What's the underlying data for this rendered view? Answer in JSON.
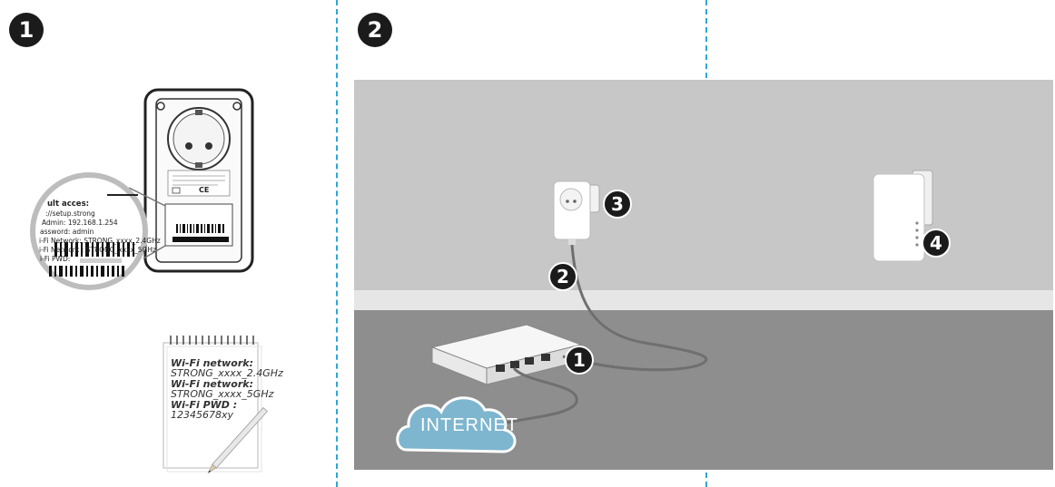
{
  "steps": [
    {
      "number": "1"
    },
    {
      "number": "2"
    }
  ],
  "label_card": {
    "lines": [
      "ult acces:",
      "://setup.strong",
      "Admin: 192.168.1.254",
      "assword: admin",
      "i-Fi Network: STRONG_xxxx_2.4GHz",
      "i-Fi Network : STRONG_xxxx_5GHz",
      "i-Fi PWD:"
    ],
    "ce_mark": "CE"
  },
  "notepad": {
    "network_heading_1": "Wi-Fi network:",
    "network_value_1": "STRONG_xxxx_2.4GHz",
    "network_heading_2": "Wi-Fi network:",
    "network_value_2": "STRONG_xxxx_5GHz",
    "pwd_heading": "Wi-Fi PWD :",
    "pwd_value": "12345678xy"
  },
  "scene": {
    "internet_label": "INTERNET",
    "callouts": [
      "1",
      "2",
      "3",
      "4"
    ]
  },
  "colors": {
    "divider": "#2fa6d8",
    "wall": "#c7c7c7",
    "floor": "#8e8e8e",
    "cloud": "#7eb6cf"
  }
}
